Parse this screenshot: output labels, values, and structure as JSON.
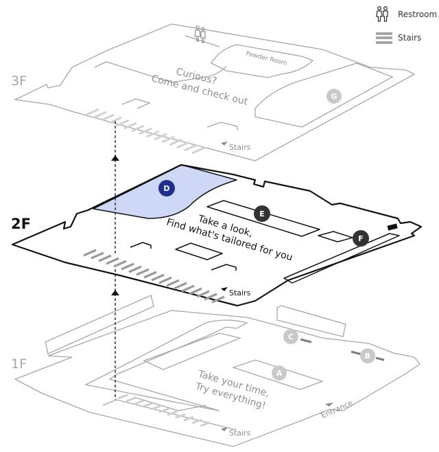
{
  "legend": {
    "restroom_label": "Restroom",
    "stairs_label": "Stairs",
    "restroom_icon": "restroom-icon",
    "stairs_icon": "stairs-icon"
  },
  "floors": {
    "f3": {
      "label": "3F",
      "caption_line1": "Curious?",
      "caption_line2": "Come and check out",
      "powder_room": "Powder Room",
      "stairs": "Stairs",
      "marker_g": "G"
    },
    "f2": {
      "label": "2F",
      "caption_line1": "Take a look,",
      "caption_line2": "Find what's tailored for you",
      "stairs": "Stairs",
      "marker_d": "D",
      "marker_e": "E",
      "marker_f": "F"
    },
    "f1": {
      "label": "1F",
      "caption_line1": "Take your time,",
      "caption_line2": "Try everything!",
      "stairs": "Stairs",
      "entrance": "Entrance",
      "marker_a": "A",
      "marker_b": "B",
      "marker_c": "C"
    }
  },
  "colors": {
    "highlight_zone": "#cfd7f7",
    "marker_active": "#1f2f8f",
    "marker_dark": "#333333",
    "marker_inactive": "#c9c9c9",
    "outline_active": "#111111",
    "outline_inactive": "#9e9e9e"
  }
}
